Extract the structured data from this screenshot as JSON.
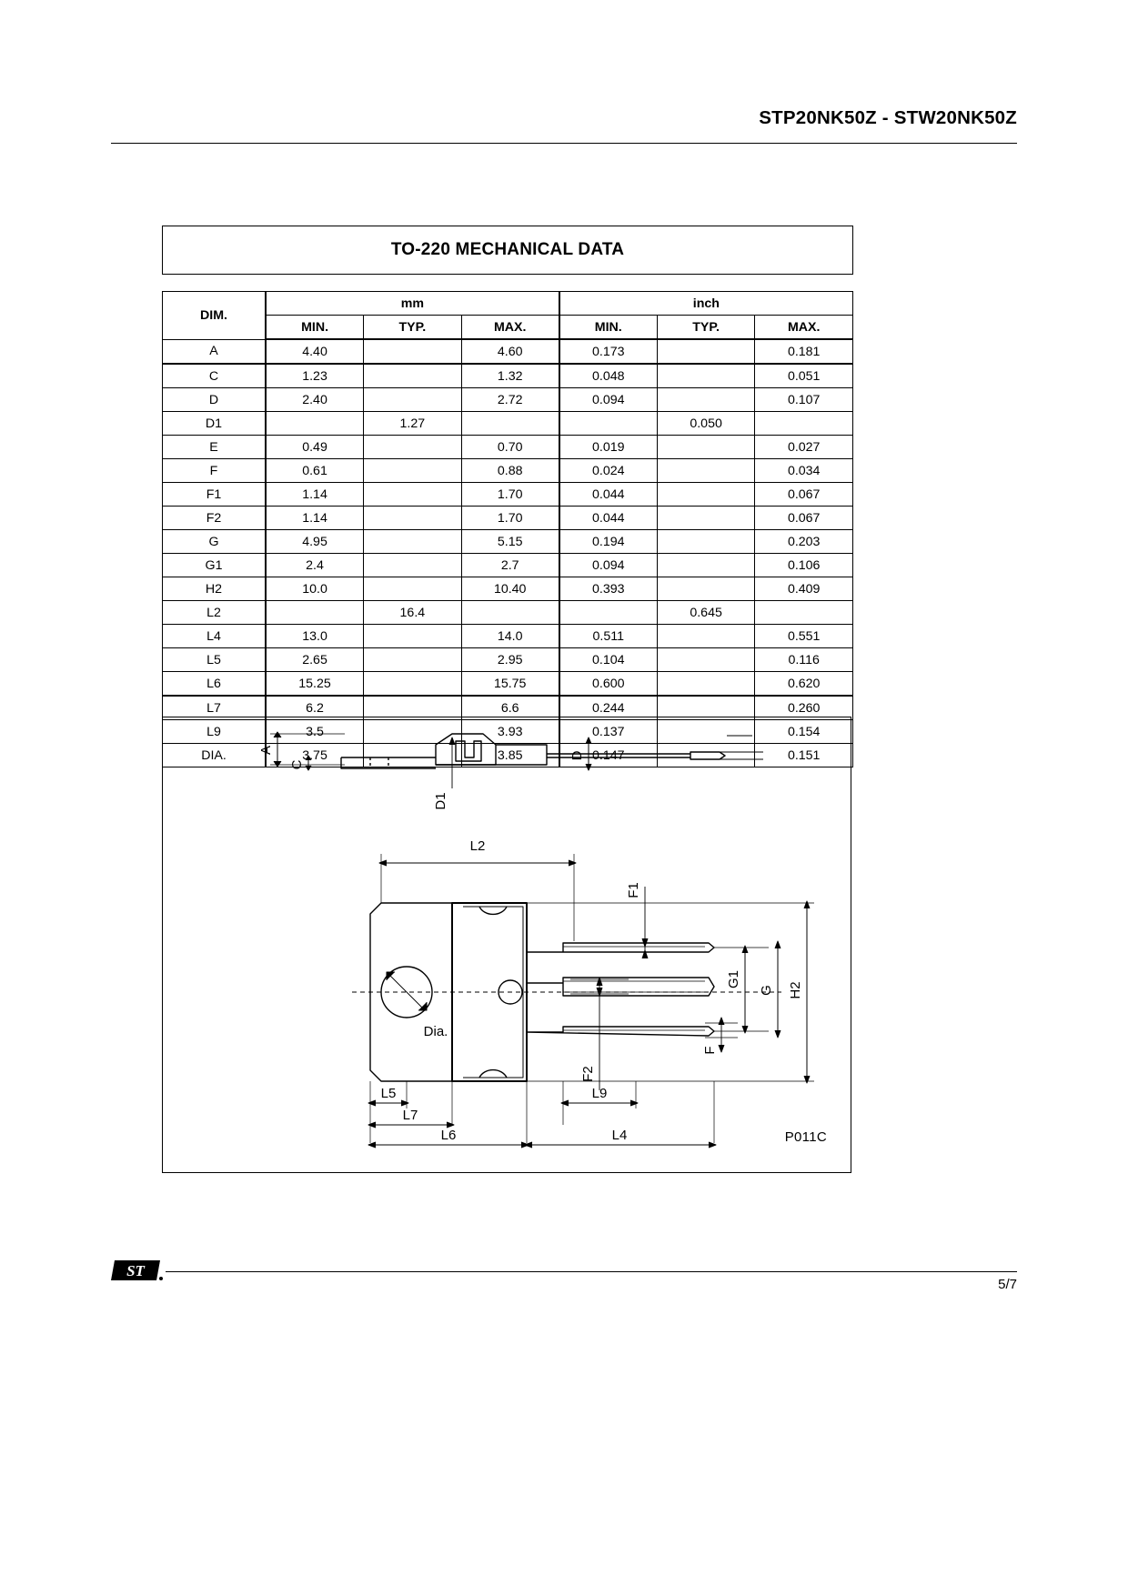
{
  "header": {
    "doc_title": "STP20NK50Z - STW20NK50Z"
  },
  "mechanical": {
    "section_title": "TO-220 MECHANICAL DATA",
    "package_code": "P011C",
    "table": {
      "dim_header": "DIM.",
      "unit_groups": [
        "mm",
        "inch"
      ],
      "sub_headers": [
        "MIN.",
        "TYP.",
        "MAX.",
        "MIN.",
        "TYP.",
        "MAX."
      ],
      "rows": [
        {
          "dim": "A",
          "mm_min": "4.40",
          "mm_typ": "",
          "mm_max": "4.60",
          "in_min": "0.173",
          "in_typ": "",
          "in_max": "0.181"
        },
        {
          "dim": "C",
          "mm_min": "1.23",
          "mm_typ": "",
          "mm_max": "1.32",
          "in_min": "0.048",
          "in_typ": "",
          "in_max": "0.051"
        },
        {
          "dim": "D",
          "mm_min": "2.40",
          "mm_typ": "",
          "mm_max": "2.72",
          "in_min": "0.094",
          "in_typ": "",
          "in_max": "0.107"
        },
        {
          "dim": "D1",
          "mm_min": "",
          "mm_typ": "1.27",
          "mm_max": "",
          "in_min": "",
          "in_typ": "0.050",
          "in_max": ""
        },
        {
          "dim": "E",
          "mm_min": "0.49",
          "mm_typ": "",
          "mm_max": "0.70",
          "in_min": "0.019",
          "in_typ": "",
          "in_max": "0.027"
        },
        {
          "dim": "F",
          "mm_min": "0.61",
          "mm_typ": "",
          "mm_max": "0.88",
          "in_min": "0.024",
          "in_typ": "",
          "in_max": "0.034"
        },
        {
          "dim": "F1",
          "mm_min": "1.14",
          "mm_typ": "",
          "mm_max": "1.70",
          "in_min": "0.044",
          "in_typ": "",
          "in_max": "0.067"
        },
        {
          "dim": "F2",
          "mm_min": "1.14",
          "mm_typ": "",
          "mm_max": "1.70",
          "in_min": "0.044",
          "in_typ": "",
          "in_max": "0.067"
        },
        {
          "dim": "G",
          "mm_min": "4.95",
          "mm_typ": "",
          "mm_max": "5.15",
          "in_min": "0.194",
          "in_typ": "",
          "in_max": "0.203"
        },
        {
          "dim": "G1",
          "mm_min": "2.4",
          "mm_typ": "",
          "mm_max": "2.7",
          "in_min": "0.094",
          "in_typ": "",
          "in_max": "0.106"
        },
        {
          "dim": "H2",
          "mm_min": "10.0",
          "mm_typ": "",
          "mm_max": "10.40",
          "in_min": "0.393",
          "in_typ": "",
          "in_max": "0.409"
        },
        {
          "dim": "L2",
          "mm_min": "",
          "mm_typ": "16.4",
          "mm_max": "",
          "in_min": "",
          "in_typ": "0.645",
          "in_max": ""
        },
        {
          "dim": "L4",
          "mm_min": "13.0",
          "mm_typ": "",
          "mm_max": "14.0",
          "in_min": "0.511",
          "in_typ": "",
          "in_max": "0.551"
        },
        {
          "dim": "L5",
          "mm_min": "2.65",
          "mm_typ": "",
          "mm_max": "2.95",
          "in_min": "0.104",
          "in_typ": "",
          "in_max": "0.116"
        },
        {
          "dim": "L6",
          "mm_min": "15.25",
          "mm_typ": "",
          "mm_max": "15.75",
          "in_min": "0.600",
          "in_typ": "",
          "in_max": "0.620"
        },
        {
          "dim": "L7",
          "mm_min": "6.2",
          "mm_typ": "",
          "mm_max": "6.6",
          "in_min": "0.244",
          "in_typ": "",
          "in_max": "0.260"
        },
        {
          "dim": "L9",
          "mm_min": "3.5",
          "mm_typ": "",
          "mm_max": "3.93",
          "in_min": "0.137",
          "in_typ": "",
          "in_max": "0.154"
        },
        {
          "dim": "DIA.",
          "mm_min": "3.75",
          "mm_typ": "",
          "mm_max": "3.85",
          "in_min": "0.147",
          "in_typ": "",
          "in_max": "0.151"
        }
      ]
    },
    "drawing_labels": {
      "side_view": [
        "A",
        "C",
        "D1",
        "D"
      ],
      "front_view": [
        "L2",
        "F1",
        "G1",
        "G",
        "H2",
        "F",
        "F2",
        "Dia.",
        "L5",
        "L9",
        "L7",
        "L6",
        "L4"
      ]
    }
  },
  "footer": {
    "page_number": "5/7",
    "logo_text": "ST"
  }
}
